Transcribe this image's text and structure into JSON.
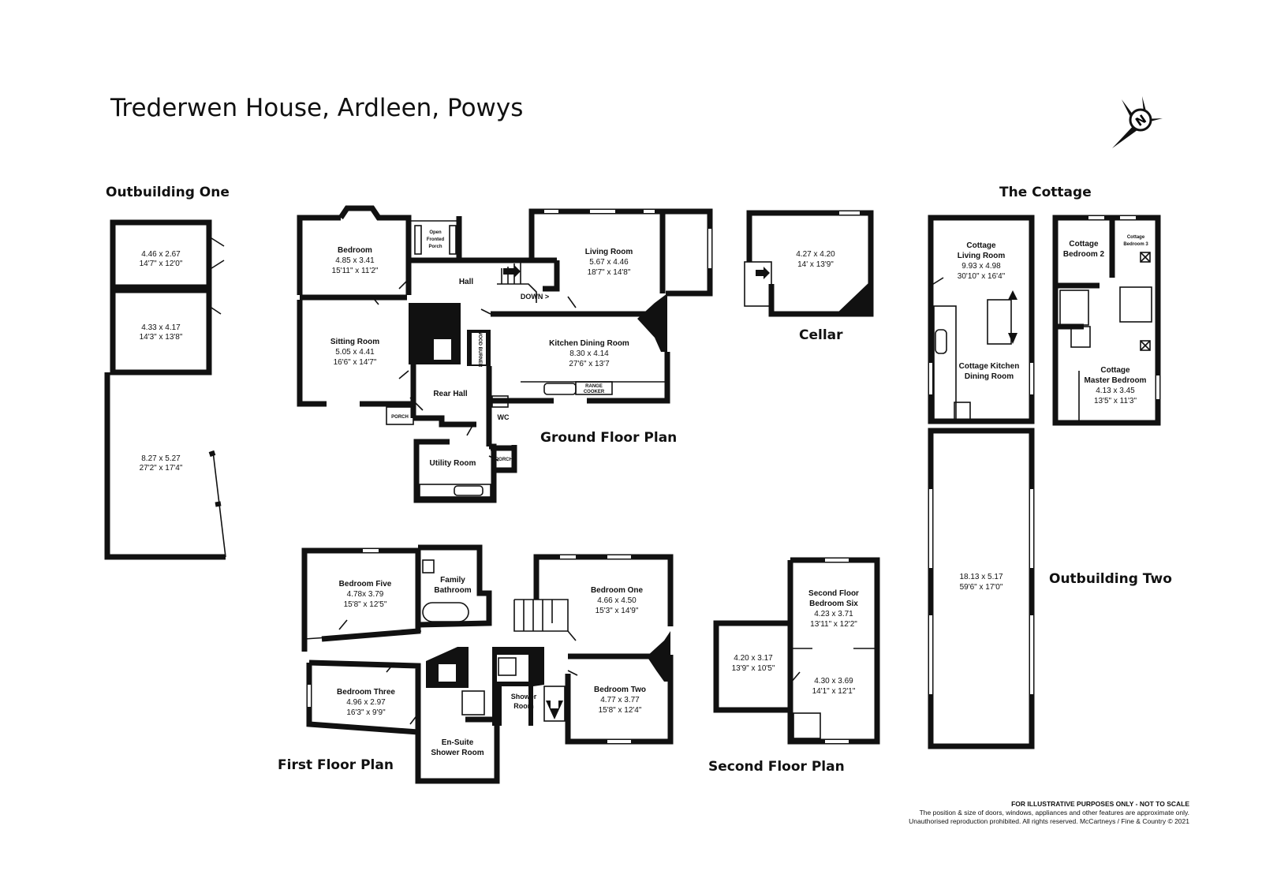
{
  "title": "Trederwen House, Ardleen, Powys",
  "compass_letter": "N",
  "sections": {
    "outbuilding_one": "Outbuilding One",
    "ground_floor": "Ground Floor Plan",
    "cellar": "Cellar",
    "the_cottage": "The Cottage",
    "outbuilding_two": "Outbuilding Two",
    "first_floor": "First Floor Plan",
    "second_floor": "Second Floor Plan"
  },
  "outbuilding_one": {
    "room_a": {
      "metric": "4.46 x 2.67",
      "imperial": "14'7\" x 12'0\""
    },
    "room_b": {
      "metric": "4.33 x 4.17",
      "imperial": "14'3\" x 13'8\""
    },
    "room_c": {
      "metric": "8.27 x 5.27",
      "imperial": "27'2\" x 17'4\""
    }
  },
  "ground_floor": {
    "bedroom": {
      "name": "Bedroom",
      "metric": "4.85 x 3.41",
      "imperial": "15'11\" x 11'2\""
    },
    "open_porch": {
      "line1": "Open",
      "line2": "Fronted",
      "line3": "Porch"
    },
    "hall": "Hall",
    "down": "DOWN >",
    "living_room": {
      "name": "Living Room",
      "metric": "5.67 x 4.46",
      "imperial": "18'7\" x 14'8\""
    },
    "sitting_room": {
      "name": "Sitting Room",
      "metric": "5.05 x 4.41",
      "imperial": "16'6\" x 14'7\""
    },
    "wood_burner": "WOOD BURNER",
    "kitchen": {
      "name": "Kitchen Dining Room",
      "metric": "8.30 x 4.14",
      "imperial": "27'6\" x 13'7"
    },
    "range_cooker": {
      "line1": "RANGE",
      "line2": "COOKER"
    },
    "rear_hall": "Rear Hall",
    "wc": "WC",
    "porch": "PORCH",
    "utility": "Utility Room"
  },
  "cellar_room": {
    "metric": "4.27 x 4.20",
    "imperial": "14' x 13'9\""
  },
  "cottage": {
    "living": {
      "line1": "Cottage",
      "line2": "Living Room",
      "metric": "9.93 x 4.98",
      "imperial": "30'10\" x 16'4\""
    },
    "kitchen": {
      "line1": "Cottage Kitchen",
      "line2": "Dining Room"
    },
    "bed2": {
      "line1": "Cottage",
      "line2": "Bedroom 2"
    },
    "bed3": {
      "line1": "Cottage",
      "line2": "Bedroom 3"
    },
    "master": {
      "line1": "Cottage",
      "line2": "Master Bedroom",
      "metric": "4.13 x 3.45",
      "imperial": "13'5\" x 11'3\""
    }
  },
  "outbuilding_two_room": {
    "metric": "18.13 x 5.17",
    "imperial": "59'6\" x 17'0\""
  },
  "first_floor": {
    "bedroom_five": {
      "name": "Bedroom Five",
      "metric": "4.78x 3.79",
      "imperial": "15'8\" x 12'5\""
    },
    "family_bathroom": {
      "line1": "Family",
      "line2": "Bathroom"
    },
    "bedroom_one": {
      "name": "Bedroom One",
      "metric": "4.66 x 4.50",
      "imperial": "15'3\" x 14'9\""
    },
    "bedroom_three": {
      "name": "Bedroom Three",
      "metric": "4.96 x 2.97",
      "imperial": "16'3\" x 9'9\""
    },
    "shower_room": {
      "line1": "Shower",
      "line2": "Room"
    },
    "bedroom_two": {
      "name": "Bedroom Two",
      "metric": "4.77 x 3.77",
      "imperial": "15'8\" x 12'4\""
    },
    "ensuite": {
      "line1": "En-Suite",
      "line2": "Shower Room"
    }
  },
  "second_floor": {
    "room_left": {
      "metric": "4.20 x 3.17",
      "imperial": "13'9\" x 10'5\""
    },
    "bedroom_six": {
      "line1": "Second Floor",
      "line2": "Bedroom Six",
      "metric": "4.23 x 3.71",
      "imperial": "13'11\" x 12'2\""
    },
    "room_lower": {
      "metric": "4.30 x 3.69",
      "imperial": "14'1\" x 12'1\""
    }
  },
  "disclaimer": {
    "line1": "FOR ILLUSTRATIVE PURPOSES ONLY - NOT TO SCALE",
    "line2": "The position & size of doors, windows, appliances and other features are approximate only.",
    "line3": "Unauthorised reproduction prohibited. All rights reserved. McCartneys / Fine & Country © 2021"
  }
}
